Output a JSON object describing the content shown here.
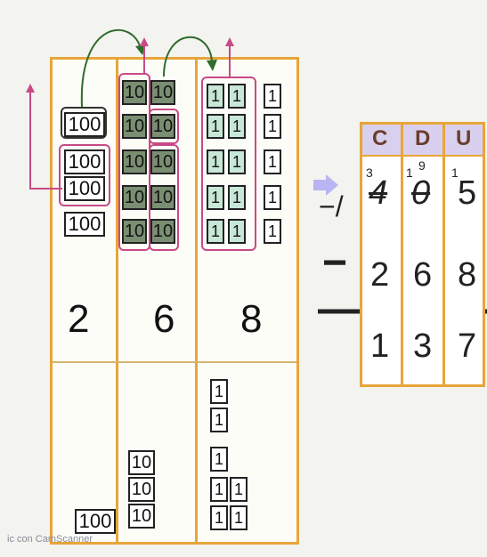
{
  "hundreds_blocks": [
    "100",
    "100",
    "100",
    "100"
  ],
  "tens_left": [
    "10",
    "10",
    "10",
    "10",
    "10"
  ],
  "tens_right": [
    "10",
    "10",
    "10",
    "10",
    "10"
  ],
  "ones_grid": [
    [
      "1",
      "1"
    ],
    [
      "1",
      "1"
    ],
    [
      "1",
      "1"
    ],
    [
      "1",
      "1"
    ],
    [
      "1",
      "1"
    ]
  ],
  "ones_extra": [
    "1",
    "1",
    "1",
    "1",
    "1"
  ],
  "top_digits": {
    "hundreds": "2",
    "tens": "6",
    "ones": "8"
  },
  "bottom_hundreds": "100",
  "bottom_tens": [
    "10",
    "10",
    "10"
  ],
  "bottom_ones_single": [
    "1",
    "1",
    "1"
  ],
  "bottom_ones_pairs": [
    [
      "1",
      "1"
    ],
    [
      "1",
      "1"
    ]
  ],
  "watermark": "ic con CamScanner",
  "table": {
    "headers": [
      "C",
      "D",
      "U"
    ],
    "row1": {
      "c_small": "3",
      "c": "4",
      "d_small": "1",
      "d_small2": "9",
      "d": "0",
      "u_small": "1",
      "u": "5"
    },
    "row2": [
      "2",
      "6",
      "8"
    ],
    "row3": [
      "1",
      "3",
      "7"
    ],
    "minus": "−",
    "strike": "−/"
  },
  "colors": {
    "frame": "#e8a53a",
    "magenta": "#c74a86",
    "green_arrow": "#2f6b2a",
    "header_bg": "#d9d0ef",
    "accent_arrow": "#b9b4f3"
  }
}
